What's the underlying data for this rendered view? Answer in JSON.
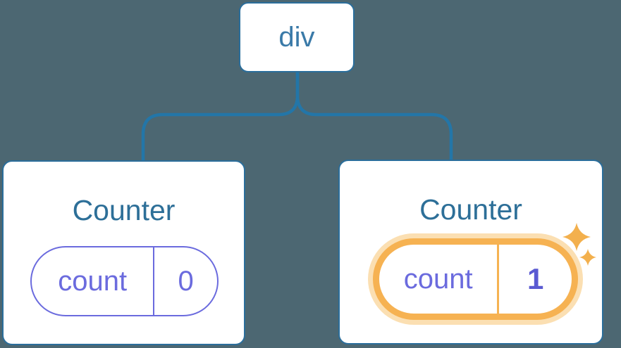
{
  "tree": {
    "root": {
      "label": "div"
    },
    "children": [
      {
        "title": "Counter",
        "state": {
          "key": "count",
          "value": "0"
        },
        "highlighted": false
      },
      {
        "title": "Counter",
        "state": {
          "key": "count",
          "value": "1"
        },
        "highlighted": true
      }
    ]
  },
  "icons": {
    "sparkle": "sparkle-icon"
  },
  "colors": {
    "background": "#4C6772",
    "connector_blue": "#2376A8",
    "card_border_blue": "#2B6E9B",
    "root_label_blue": "#3A7AA8",
    "title_blue": "#2D6F98",
    "state_purple": "#6B6BDE",
    "state_value_bold_purple": "#5A5AD2",
    "highlight_orange": "#F6B252",
    "highlight_glow_orange": "#FBDFB2",
    "sparkle_orange": "#F3B04D",
    "card_background": "#FFFFFF"
  }
}
